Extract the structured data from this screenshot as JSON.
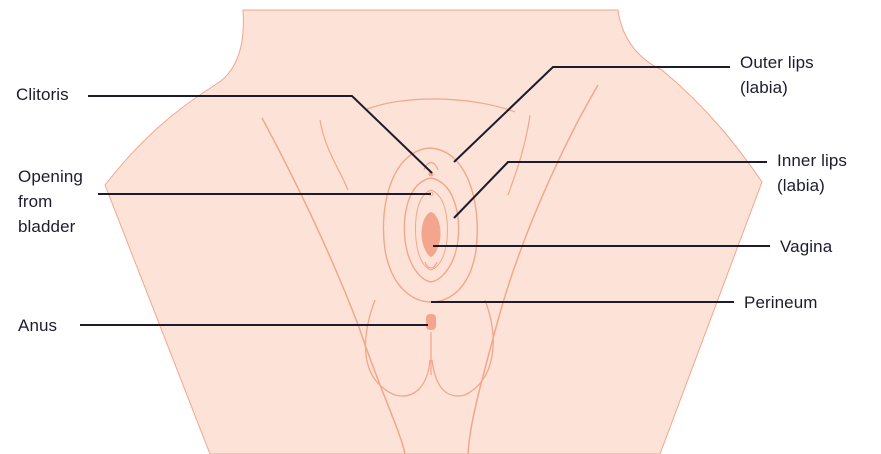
{
  "labels": {
    "clitoris": "Clitoris",
    "opening_bladder": "Opening\nfrom\nbladder",
    "anus": "Anus",
    "outer_lips": "Outer lips\n(labia)",
    "inner_lips": "Inner lips\n(labia)",
    "vagina": "Vagina",
    "perineum": "Perineum"
  },
  "colors": {
    "skin": "#fde3d7",
    "skin_line": "#f2a68c",
    "inner": "#f4a58e",
    "text": "#1c1c2e"
  }
}
